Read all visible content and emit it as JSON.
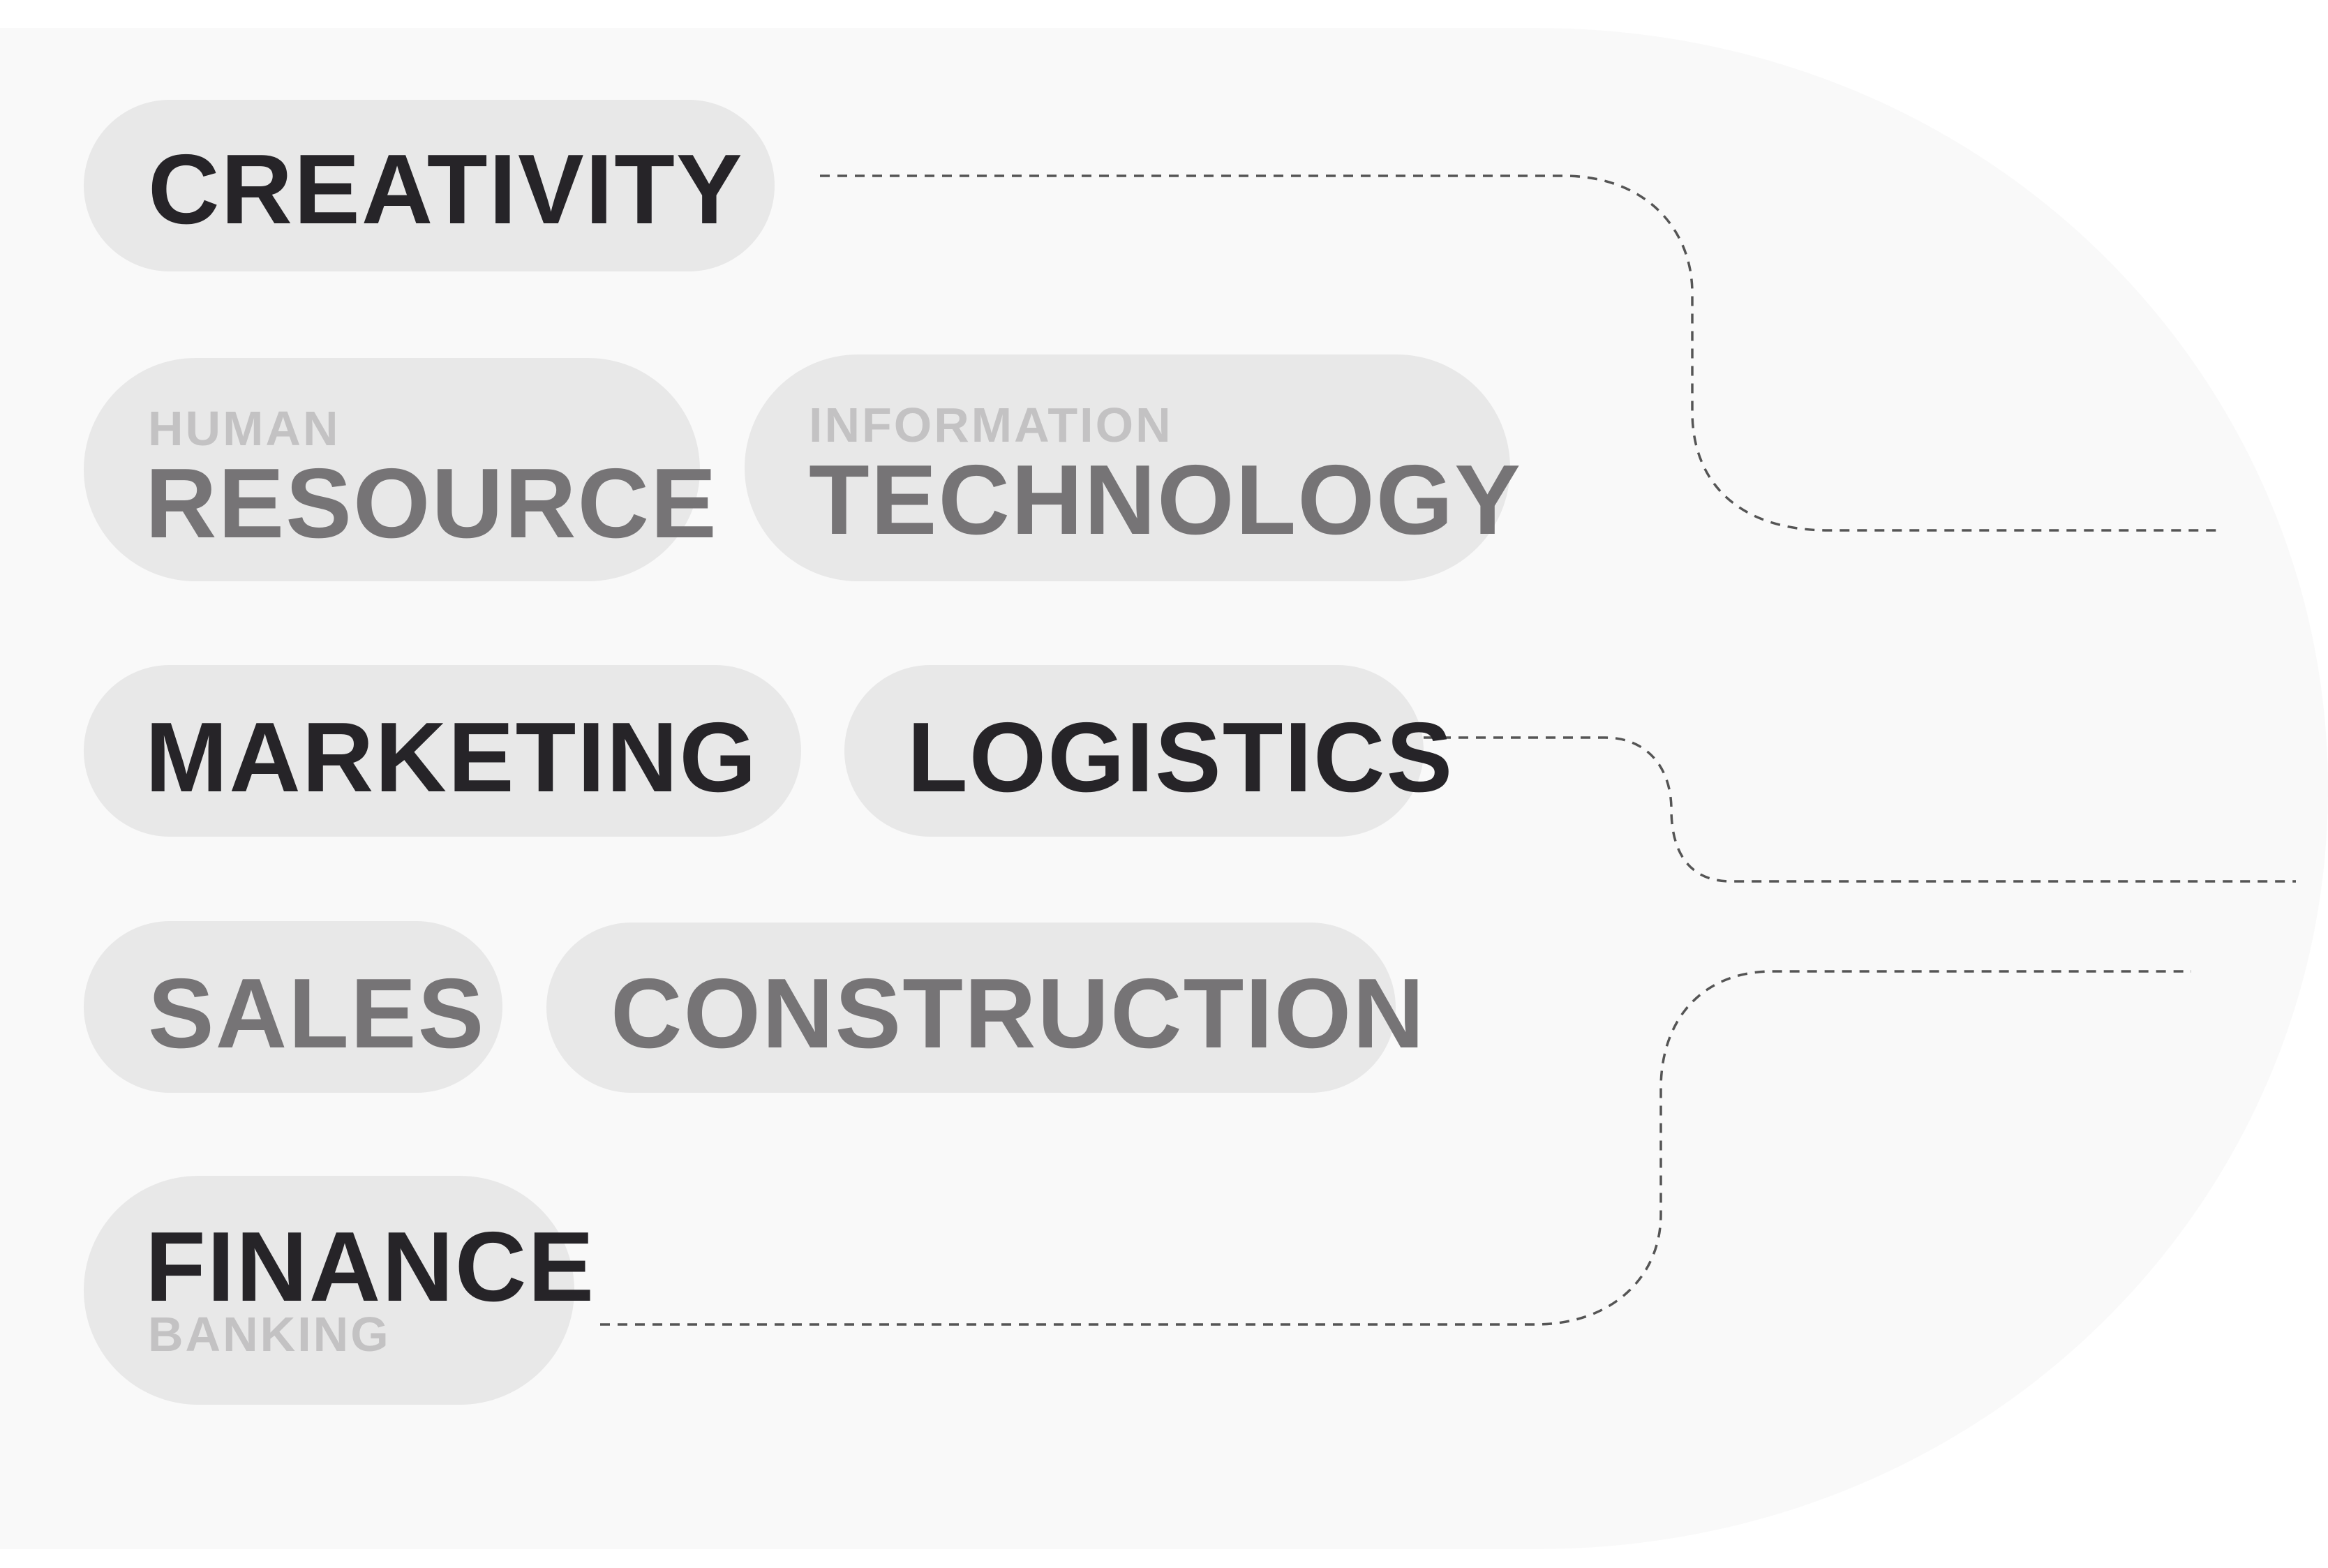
{
  "colors": {
    "background": "#ffffff",
    "panel": "#f9f9f9",
    "pill": "#e8e8e8",
    "text_dark": "#262428",
    "text_mid": "#767476",
    "text_light": "#c3c2c3",
    "connector": "#555555"
  },
  "pills": {
    "creativity": {
      "main": "CREATIVITY"
    },
    "human_resource": {
      "sub": "HUMAN",
      "main": "RESOURCE"
    },
    "information_technology": {
      "sub": "INFORMATION",
      "main": "TECHNOLOGY"
    },
    "marketing": {
      "main": "MARKETING"
    },
    "logistics": {
      "main": "LOGISTICS"
    },
    "sales": {
      "main": "SALES"
    },
    "construction": {
      "main": "CONSTRUCTION"
    },
    "finance": {
      "main": "FINANCE",
      "sub": "BANKING"
    }
  }
}
